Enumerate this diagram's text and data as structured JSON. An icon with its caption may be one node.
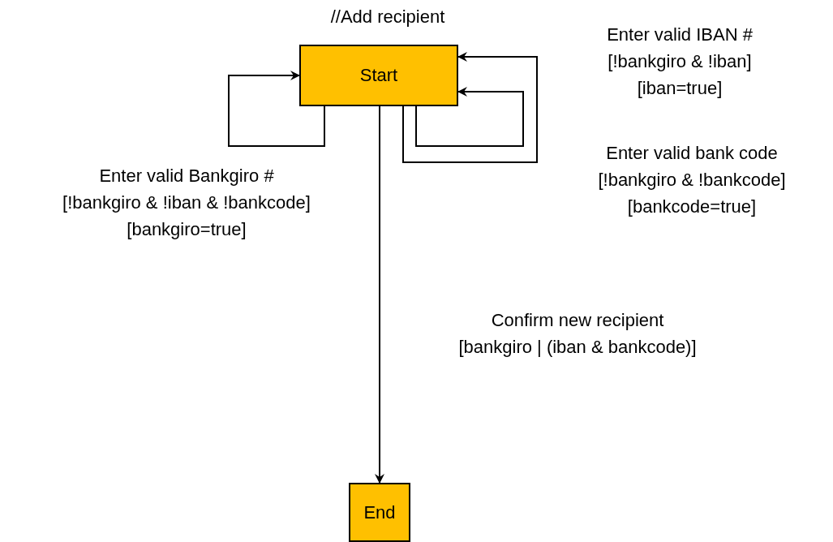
{
  "diagram": {
    "nodes": [
      {
        "text": [
          "Start"
        ],
        "beside": [
          "//Add recipient"
        ]
      },
      {
        "text": [
          "End"
        ]
      }
    ],
    "edges": [
      {
        "from": 0,
        "to": 0,
        "arrow": "to",
        "label": "Enter valid Bankgiro # [!bankgiro & !iban & !bankcode] [bankgiro=true]"
      },
      {
        "from": 0,
        "to": 0,
        "arrow": "to",
        "label": "Enter valid IBAN # [!bankgiro & !iban] [iban=true]"
      },
      {
        "from": 0,
        "to": 0,
        "arrow": "to",
        "label": "Enter valid bank code [!bankgiro & !bankcode] [bankcode=true]"
      },
      {
        "from": 0,
        "to": 1,
        "arrow": "to",
        "label": "Confirm new recipient [bankgiro | (iban & bankcode)]"
      }
    ]
  }
}
